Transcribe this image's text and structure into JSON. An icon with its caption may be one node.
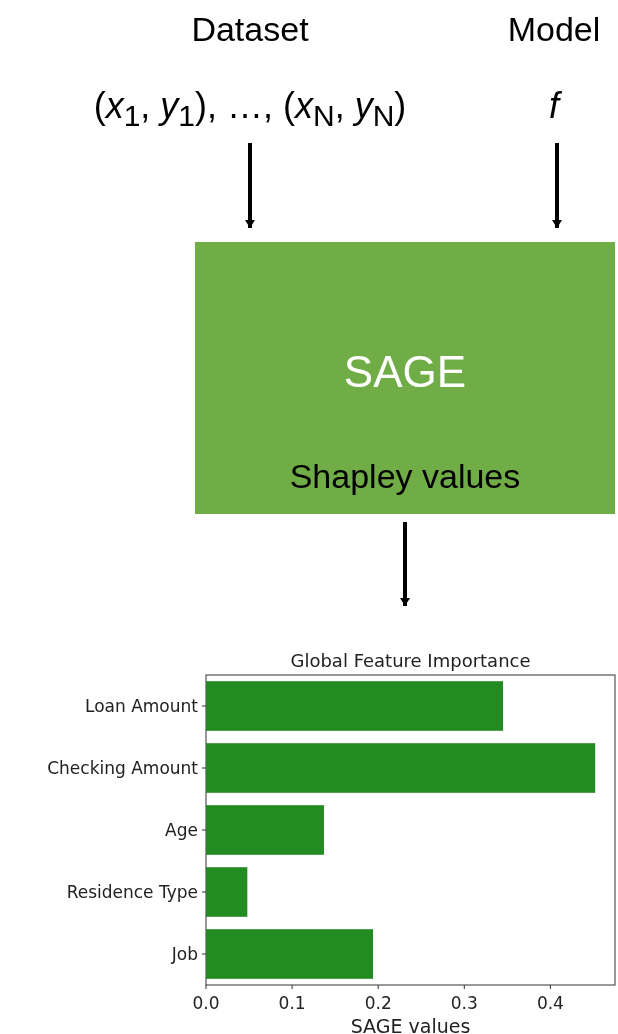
{
  "diagram": {
    "nodes": [
      {
        "text": [
          "Dataset",
          "(*x*$_{1}$, *y*$_{1}$), …, (*x*$_{N}$, *y*$_{N}$)"
        ]
      },
      {
        "text": [
          "Model",
          "f"
        ]
      },
      {
        "text": [
          "SAGE",
          "Shapley values"
        ]
      },
      {
        "text": [],
        "shape": "box"
      }
    ],
    "edges": [
      {
        "from": 0,
        "to": 2,
        "arrow": "to"
      },
      {
        "from": 1,
        "to": 2,
        "arrow": "to"
      },
      {
        "from": 2,
        "to": 3,
        "arrow": "to"
      }
    ],
    "chart_data": {
      "type": "bar",
      "title": "Global Feature Importance",
      "xlabel": "SAGE values",
      "orientation": "horizontal",
      "categories": [
        "Loan Amount",
        "Checking Amount",
        "Age",
        "Residence Type",
        "Job"
      ],
      "series": [
        {
          "color": "#228b22",
          "values": [
            0.345,
            0.452,
            0.137,
            0.048,
            0.194
          ]
        }
      ],
      "xlim": [
        0,
        0.475
      ],
      "xticks": [
        {
          "value": 0,
          "label": "0.0"
        },
        {
          "value": 0.1,
          "label": "0.1"
        },
        {
          "value": 0.2,
          "label": "0.2"
        },
        {
          "value": 0.3,
          "label": "0.3"
        },
        {
          "value": 0.4,
          "label": "0.4"
        }
      ]
    }
  }
}
